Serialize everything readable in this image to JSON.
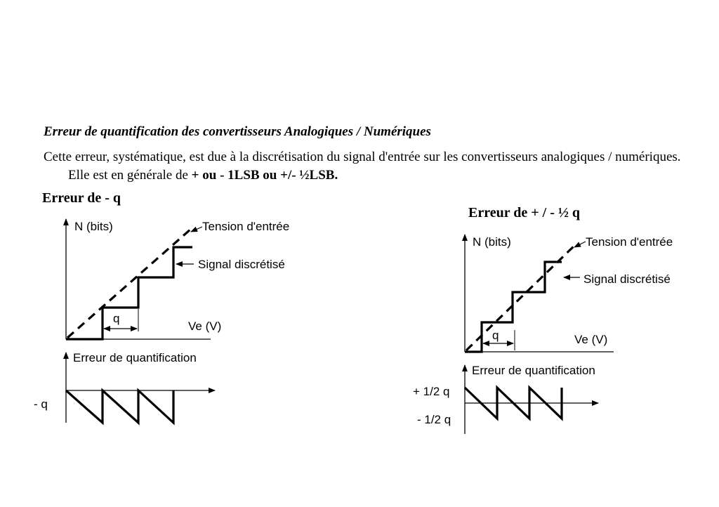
{
  "title": "Erreur de quantification des convertisseurs Analogiques / Numériques",
  "paragraph": {
    "text": "Cette erreur, systématique, est due à la discrétisation du signal d'entrée sur les convertisseurs analogiques / numériques. Elle est en générale de ",
    "bold": "+ ou - 1LSB ou +/- ½LSB."
  },
  "left": {
    "heading": "Erreur de - q",
    "y_label": "N (bits)",
    "tension_label": "Tension d'entrée",
    "signal_label": "Signal discrétisé",
    "q_label": "q",
    "x_label": "Ve (V)",
    "error_label": "Erreur de quantification",
    "error_level": "- q"
  },
  "right": {
    "heading": "Erreur de + / - ½ q",
    "y_label": "N (bits)",
    "tension_label": "Tension d'entrée",
    "signal_label": "Signal discrétisé",
    "q_label": "q",
    "x_label": "Ve (V)",
    "error_label": "Erreur de quantification",
    "error_plus": "+ 1/2 q",
    "error_minus": "- 1/2 q"
  }
}
